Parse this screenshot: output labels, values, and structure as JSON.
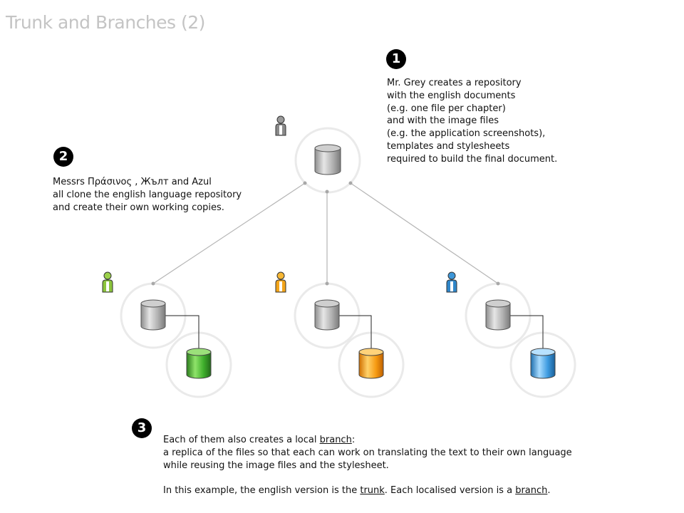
{
  "title": "Trunk and Branches (2)",
  "step1": {
    "badge": "1",
    "lines": [
      "Mr. Grey creates a repository",
      "with the english documents",
      "(e.g. one file per chapter)",
      "and with the image files",
      "(e.g. the application screenshots),",
      "templates and stylesheets",
      "required to build  the final document."
    ]
  },
  "step2": {
    "badge": "2",
    "lines": [
      "Messrs  Πράσινος ,  Жълт and Azul",
      "all  clone  the english language repository",
      "and create their own working copies."
    ]
  },
  "step3": {
    "badge": "3",
    "line1_pre": "Each of them also creates a local ",
    "line1_link": "branch",
    "line1_post": ":",
    "line2": "a replica of the files so that each can work on translating the text to their own language",
    "line3": "while reusing the image files and the stylesheet.",
    "line5_pre": "In this example, the english version is the ",
    "line5_link1": "trunk",
    "line5_mid": ". Each localised  version is a ",
    "line5_link2": "branch",
    "line5_post": "."
  },
  "colors": {
    "grey_repo": "#a8a8a8",
    "green_branch": "#3aa32a",
    "orange_branch": "#f39a0f",
    "blue_branch": "#3b96d8",
    "user_grey": "#8a8a8a",
    "user_green": "#8cc43c",
    "user_orange": "#f3a51a",
    "user_blue": "#2f86c9"
  },
  "icons": [
    "user-icon",
    "database-icon"
  ]
}
